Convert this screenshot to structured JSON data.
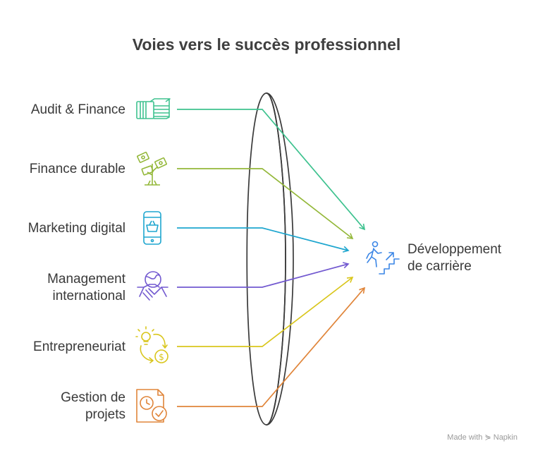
{
  "title": "Voies vers le succès professionnel",
  "paths": [
    {
      "label": "Audit & Finance",
      "icon": "money-stack-icon",
      "color": "#3ec28f"
    },
    {
      "label": "Finance durable",
      "icon": "money-plant-icon",
      "color": "#94b83a"
    },
    {
      "label": "Marketing digital",
      "icon": "smartphone-basket-icon",
      "color": "#1ea6cf"
    },
    {
      "label": "Management\ninternational",
      "icon": "globe-handshake-icon",
      "color": "#7259d0"
    },
    {
      "label": "Entrepreneuriat",
      "icon": "idea-money-icon",
      "color": "#d9c61c"
    },
    {
      "label": "Gestion de\nprojets",
      "icon": "clock-document-icon",
      "color": "#e0853a"
    }
  ],
  "target": {
    "label": "Développement\nde carrière",
    "icon": "person-stairs-icon",
    "color": "#3b86e6"
  },
  "lens_color": "#3a3a3a",
  "credit": "Made with ⋟ Napkin"
}
